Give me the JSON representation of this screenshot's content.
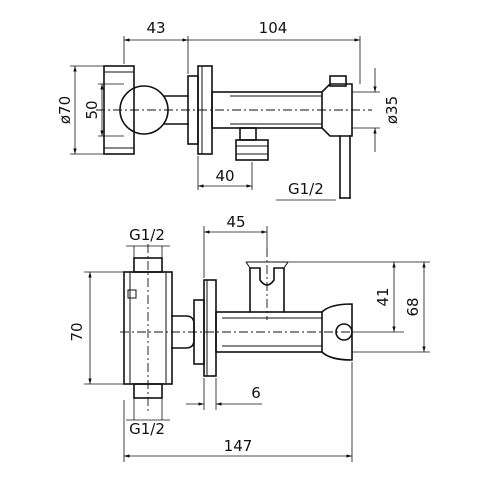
{
  "top_view": {
    "dims": {
      "d43": "43",
      "d104": "104",
      "d70": "ø70",
      "d50": "50",
      "d35": "ø35",
      "d40": "40",
      "thread": "G1/2"
    }
  },
  "side_view": {
    "dims": {
      "thread_top": "G1/2",
      "d45": "45",
      "d70": "70",
      "d41": "41",
      "d68": "68",
      "d6": "6",
      "thread_bottom": "G1/2",
      "d147": "147"
    }
  }
}
